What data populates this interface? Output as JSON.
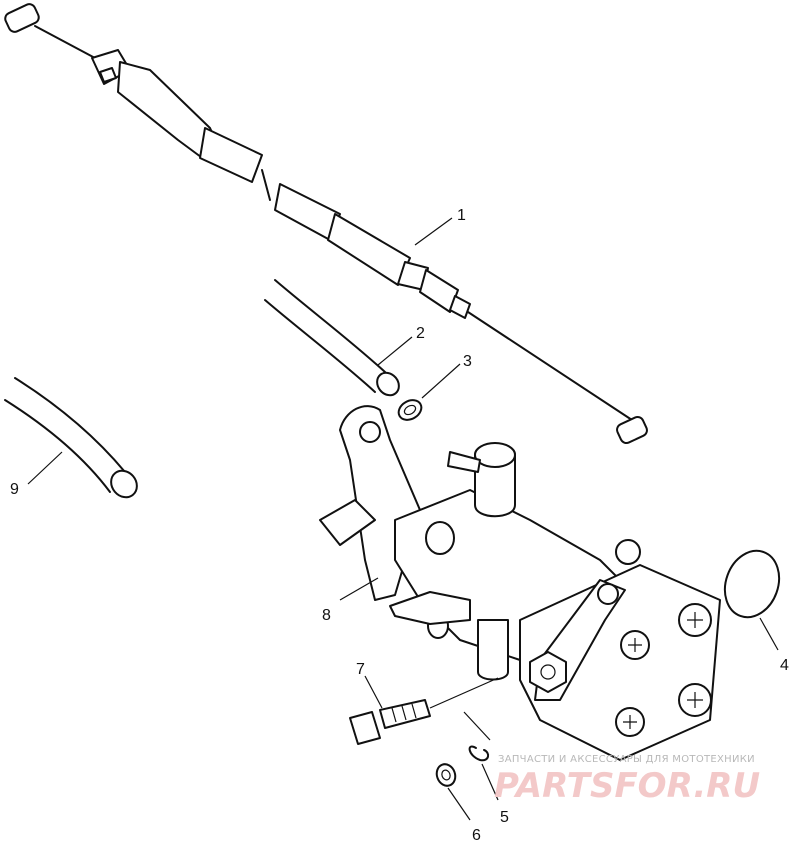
{
  "callouts": [
    {
      "id": "1",
      "label": "1"
    },
    {
      "id": "2",
      "label": "2"
    },
    {
      "id": "3",
      "label": "3"
    },
    {
      "id": "4",
      "label": "4"
    },
    {
      "id": "5",
      "label": "5"
    },
    {
      "id": "6",
      "label": "6"
    },
    {
      "id": "7",
      "label": "7"
    },
    {
      "id": "8",
      "label": "8"
    },
    {
      "id": "9",
      "label": "9"
    }
  ],
  "watermark": {
    "caption": "ЗАПЧАСТИ И АКСЕССУАРЫ ДЛЯ МОТОТЕХНИКИ",
    "logo": "PARTSFOR.RU"
  }
}
